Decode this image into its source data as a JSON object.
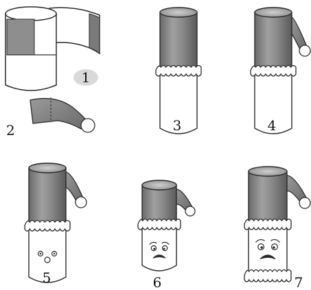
{
  "steps": [
    {
      "label": "1"
    },
    {
      "label": "2"
    },
    {
      "label": "3"
    },
    {
      "label": "4"
    },
    {
      "label": "5"
    },
    {
      "label": "6"
    },
    {
      "label": "7"
    }
  ],
  "colors": {
    "outline": "#2a2a2a",
    "hat_gray": "#8a8a8a",
    "hat_dark": "#5e5e5e",
    "hat_light": "#b5b5b5",
    "paper": "#ffffff",
    "fur": "#ffffff",
    "label_bubble": "#d9d9d9"
  }
}
